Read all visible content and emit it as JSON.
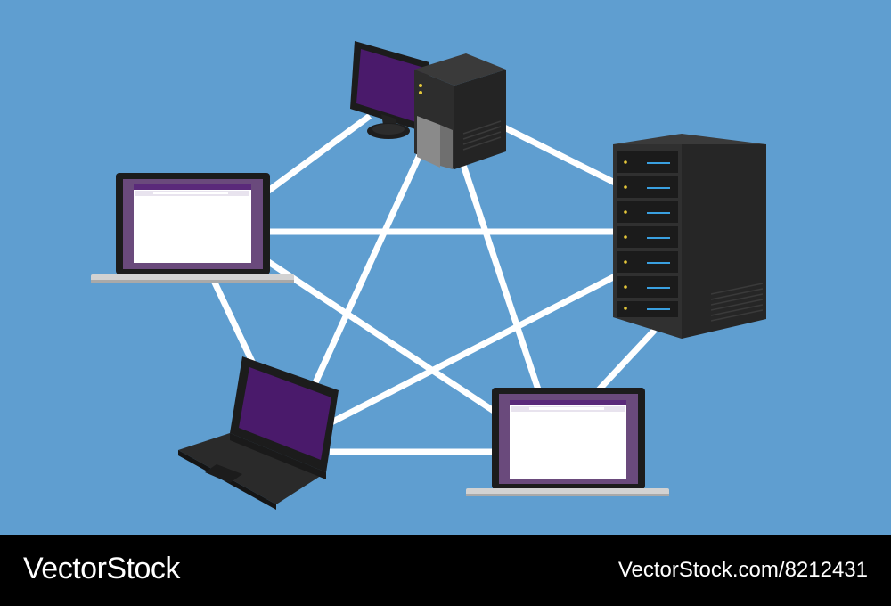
{
  "diagram": {
    "topology": "full mesh",
    "background_color": "#5f9ed0",
    "link_color": "#ffffff",
    "nodes": [
      {
        "id": "desktop",
        "device": "desktop computer with monitor and tower"
      },
      {
        "id": "rack-server",
        "device": "rack server cabinet"
      },
      {
        "id": "laptop-right",
        "device": "laptop with browser window"
      },
      {
        "id": "laptop-bottom-left",
        "device": "open laptop, angled"
      },
      {
        "id": "laptop-left",
        "device": "laptop with browser window"
      }
    ],
    "links": [
      [
        "desktop",
        "rack-server"
      ],
      [
        "desktop",
        "laptop-right"
      ],
      [
        "desktop",
        "laptop-bottom-left"
      ],
      [
        "desktop",
        "laptop-left"
      ],
      [
        "rack-server",
        "laptop-right"
      ],
      [
        "rack-server",
        "laptop-bottom-left"
      ],
      [
        "rack-server",
        "laptop-left"
      ],
      [
        "laptop-right",
        "laptop-bottom-left"
      ],
      [
        "laptop-right",
        "laptop-left"
      ],
      [
        "laptop-bottom-left",
        "laptop-left"
      ]
    ]
  },
  "footer": {
    "brand": "VectorStock",
    "image_ref": "VectorStock.com/8212431",
    "background": "#000000",
    "text_color": "#ffffff"
  }
}
